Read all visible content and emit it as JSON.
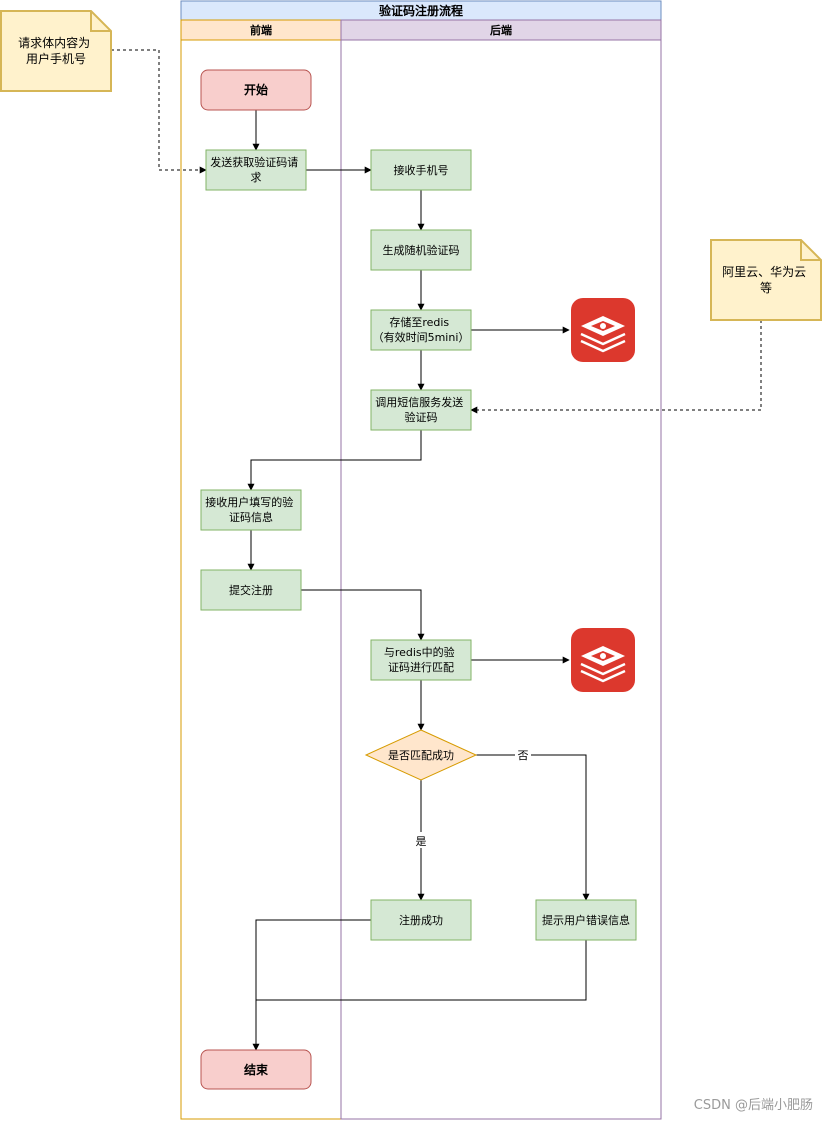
{
  "title": "验证码注册流程",
  "lanes": {
    "frontend": "前端",
    "backend": "后端"
  },
  "notes": {
    "request_body": "请求体内容为用户手机号",
    "sms_provider": "阿里云、华为云等"
  },
  "nodes": {
    "start": "开始",
    "send_request": "发送获取验证码请求",
    "receive_phone": "接收手机号",
    "generate_code": "生成随机验证码",
    "store_redis": "存储至redis（有效时间5mini）",
    "call_sms": "调用短信服务发送验证码",
    "receive_input": "接收用户填写的验证码信息",
    "submit": "提交注册",
    "match_redis": "与redis中的验证码进行匹配",
    "decision": "是否匹配成功",
    "success": "注册成功",
    "error": "提示用户错误信息",
    "end": "结束"
  },
  "edges": {
    "yes": "是",
    "no": "否"
  },
  "icons": {
    "redis": "redis-icon"
  },
  "colors": {
    "process_fill": "#d5e8d4",
    "process_stroke": "#82b366",
    "terminal_fill": "#f8cecc",
    "terminal_stroke": "#b85450",
    "decision_fill": "#ffe6cc",
    "decision_stroke": "#d79b00",
    "note_fill": "#fff2cc",
    "note_stroke": "#d6b656",
    "pool_title_fill": "#dae8fc",
    "pool_stroke": "#6c8ebf",
    "frontend_lane_fill": "#ffe6cc",
    "backend_lane_fill": "#e1d5e7",
    "redis_red": "#dc382d"
  },
  "watermark": "CSDN @后端小肥肠"
}
